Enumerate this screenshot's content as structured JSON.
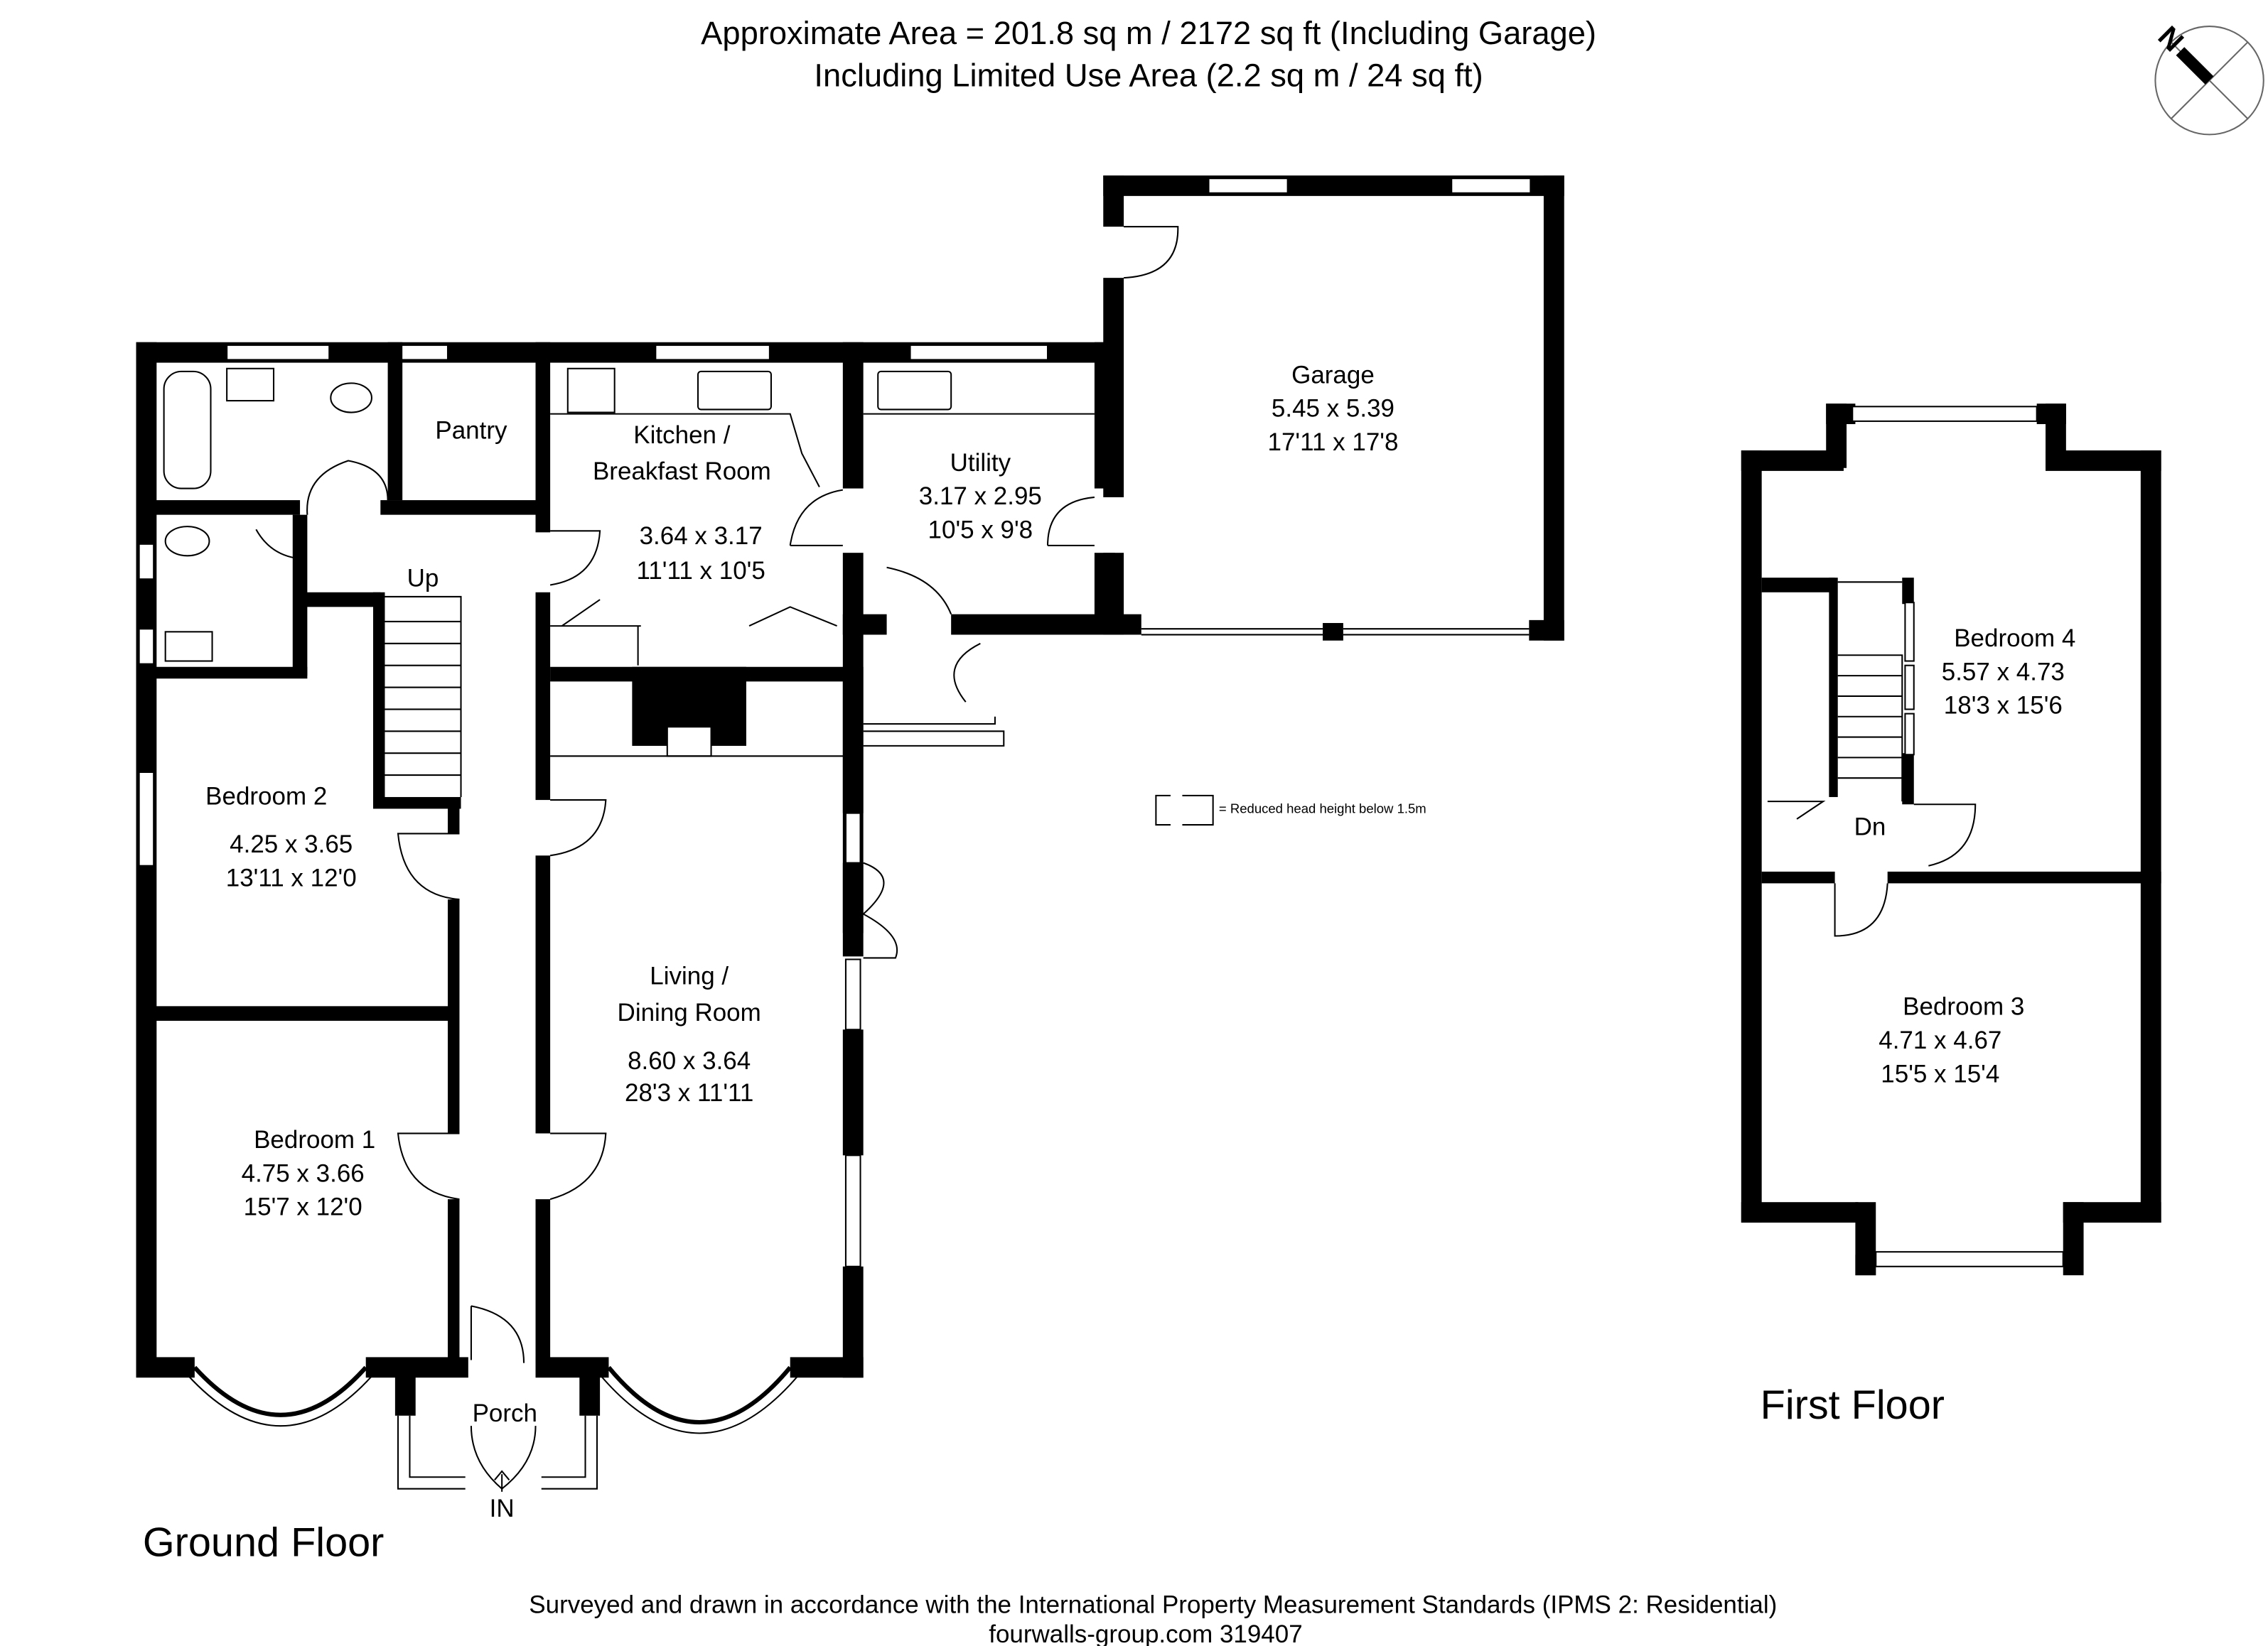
{
  "header": {
    "line1": "Approximate  Area = 201.8 sq m / 2172 sq ft (Including Garage)",
    "line2": "Including Limited Use Area (2.2 sq m / 24 sq ft)"
  },
  "compass": {
    "label": "N"
  },
  "legend": {
    "text": "= Reduced head height below 1.5m"
  },
  "ground_floor": {
    "label": "Ground Floor",
    "rooms": {
      "garage": {
        "name": "Garage",
        "metric": "5.45 x 5.39",
        "imperial": "17'11 x 17'8"
      },
      "pantry": {
        "name": "Pantry"
      },
      "kitchen": {
        "name1": "Kitchen /",
        "name2": "Breakfast Room",
        "metric": "3.64 x 3.17",
        "imperial": "11'11 x 10'5"
      },
      "utility": {
        "name": "Utility",
        "metric": "3.17 x 2.95",
        "imperial": "10'5 x 9'8"
      },
      "bedroom2": {
        "name": "Bedroom 2",
        "metric": "4.25 x 3.65",
        "imperial": "13'11 x 12'0"
      },
      "living": {
        "name1": "Living /",
        "name2": "Dining Room",
        "metric": "8.60 x 3.64",
        "imperial": "28'3 x 11'11"
      },
      "bedroom1": {
        "name": "Bedroom 1",
        "metric": "4.75 x 3.66",
        "imperial": "15'7 x 12'0"
      },
      "porch": {
        "name": "Porch"
      }
    },
    "stairs_label": "Up",
    "entrance_label": "IN"
  },
  "first_floor": {
    "label": "First Floor",
    "rooms": {
      "bedroom4": {
        "name": "Bedroom 4",
        "metric": "5.57 x 4.73",
        "imperial": "18'3 x 15'6"
      },
      "bedroom3": {
        "name": "Bedroom 3",
        "metric": "4.71 x 4.67",
        "imperial": "15'5 x 15'4"
      }
    },
    "stairs_label": "Dn"
  },
  "footer": {
    "line1": "Surveyed and drawn in accordance with the International Property Measurement Standards (IPMS 2: Residential)",
    "line2": "fourwalls-group.com 319407"
  }
}
